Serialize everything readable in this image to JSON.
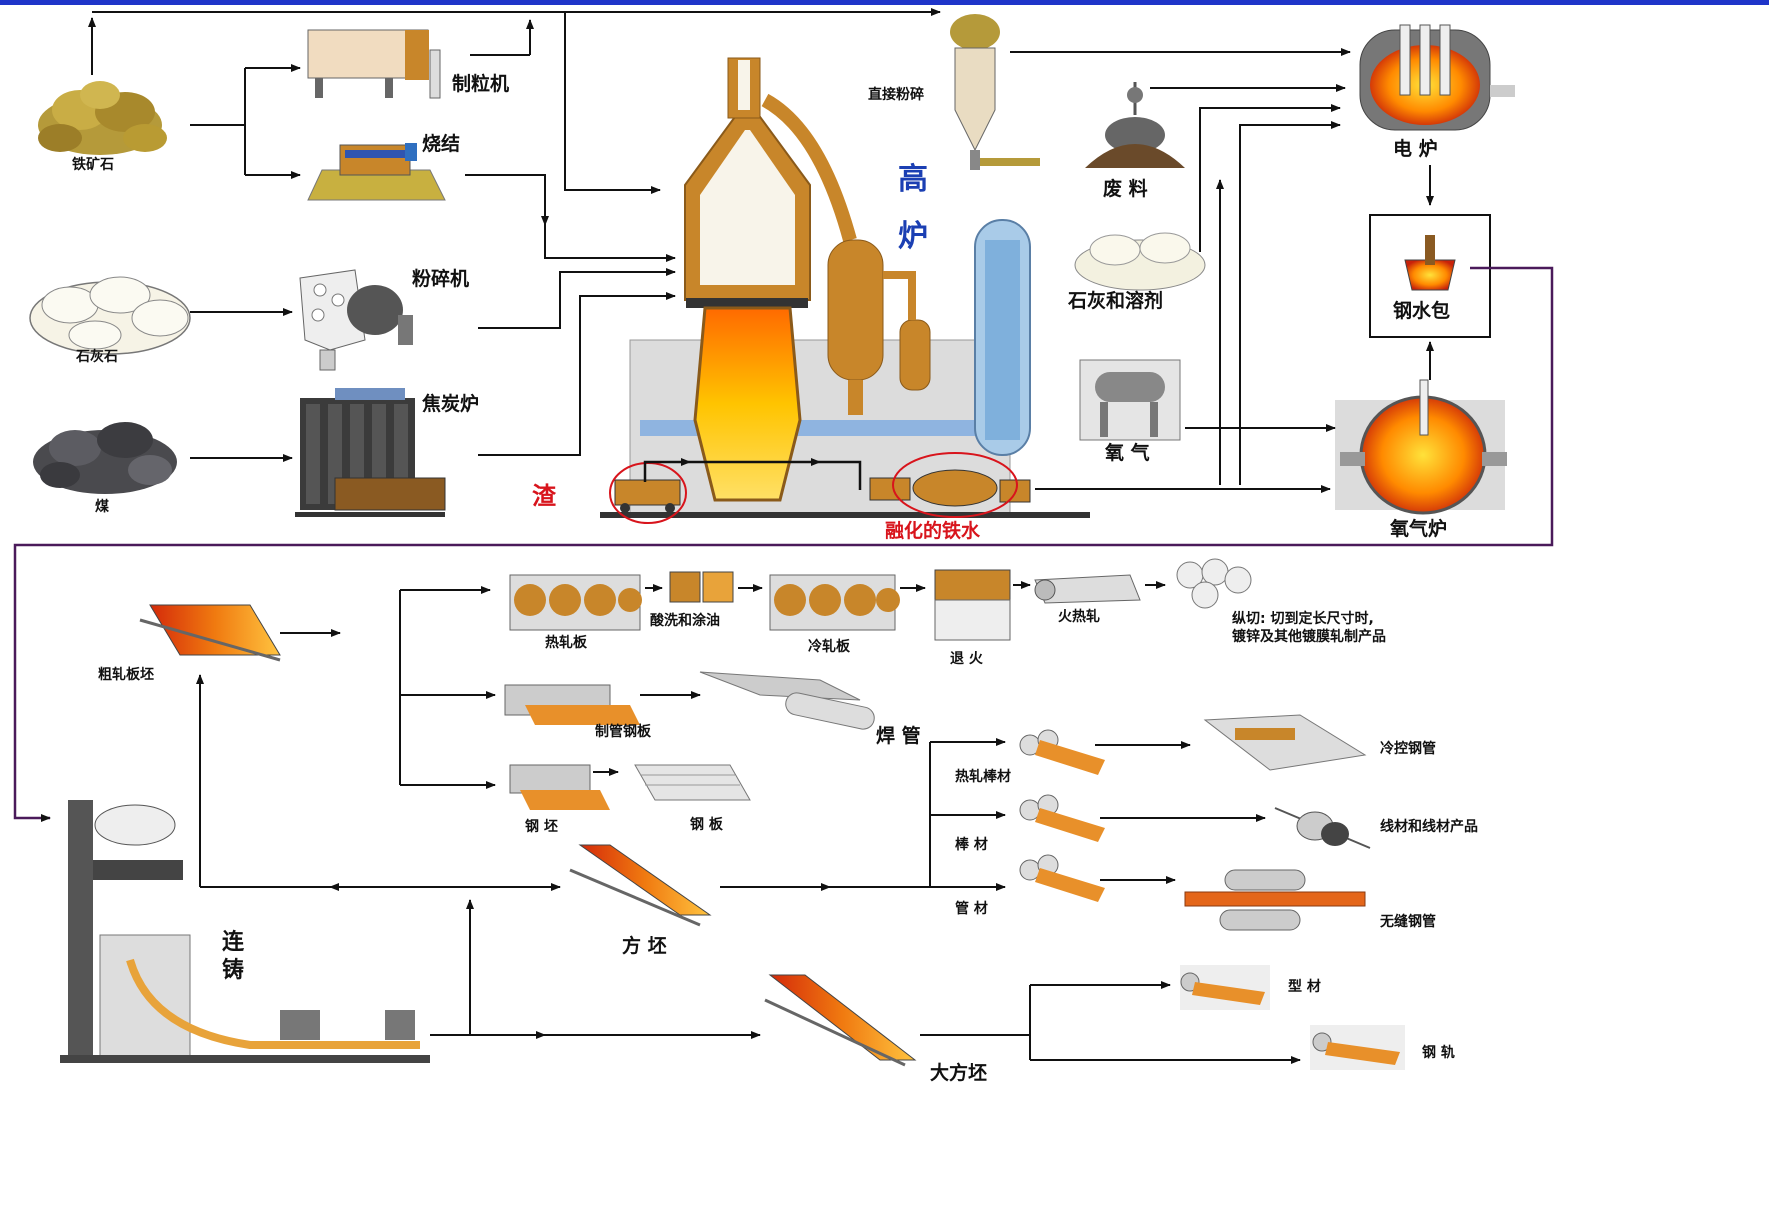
{
  "raw_materials": {
    "iron_ore": "铁矿石",
    "limestone": "石灰石",
    "coal": "煤"
  },
  "equipment": {
    "pelletizer": "制粒机",
    "sintering": "烧结",
    "crusher": "粉碎机",
    "coke_oven": "焦炭炉",
    "blast_furnace_1": "高",
    "blast_furnace_2": "炉",
    "direct_crushing": "直接粉碎",
    "scrap": "废 料",
    "lime_flux": "石灰和溶剂",
    "oxygen": "氧 气",
    "electric_furnace": "电 炉",
    "ladle": "钢水包",
    "oxygen_furnace": "氧气炉",
    "slag": "渣",
    "molten_iron": "融化的铁水"
  },
  "products": {
    "rough_slab": "粗轧板坯",
    "hot_rolled_plate": "热轧板",
    "pickling_oiling": "酸洗和涂油",
    "cold_rolled_plate": "冷轧板",
    "annealing": "退 火",
    "temper_rolling": "火热轧",
    "slitting_1": "纵切: 切到定长尺寸时,",
    "slitting_2": "镀锌及其他镀膜轧制产品",
    "pipe_plate": "制管钢板",
    "welded_pipe": "焊 管",
    "billet_slab": "钢 坯",
    "steel_plate": "钢 板",
    "hot_rolled_bar": "热轧棒材",
    "cold_drawn_pipe": "冷控钢管",
    "bar": "棒 材",
    "wire": "线材和线材产品",
    "pipe_material": "管 材",
    "seamless_pipe": "无缝钢管",
    "square_billet": "方 坯",
    "continuous_casting_1": "连",
    "continuous_casting_2": "铸",
    "bloom": "大方坯",
    "section": "型 材",
    "rail": "钢 轨"
  },
  "colors": {
    "flow_line": "#111111",
    "border_purple": "#4a1a5a",
    "top_blue": "#1f35c9",
    "furnace_brown": "#c8862a",
    "molten_orange": "#f07a10",
    "label_red": "#d8141c",
    "label_blue": "#1b3fb3"
  }
}
